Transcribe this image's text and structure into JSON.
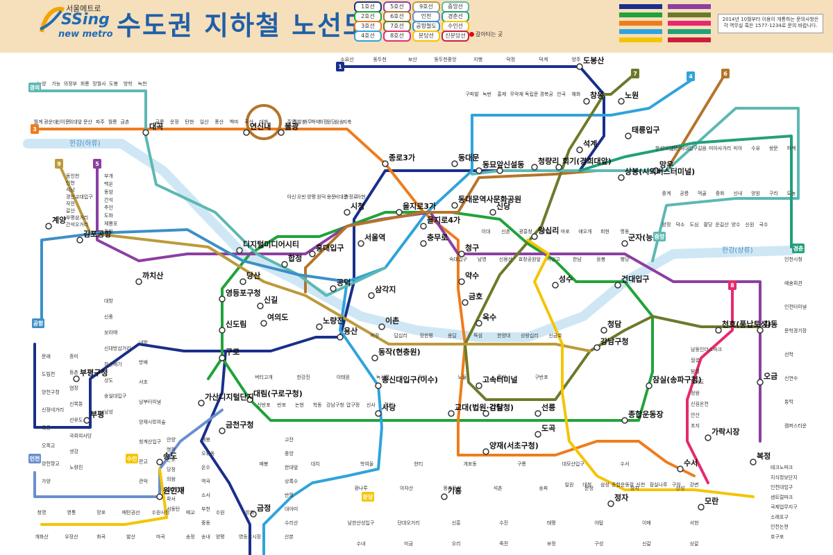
{
  "header": {
    "logo_top": "서울메트로",
    "logo_main": "SSing",
    "logo_sub": "new metro",
    "title": "수도권 지하철 노선도",
    "notice": "2014년 10월부터 이용이 개통하는 문의사항은 각 역무실 혹은 1577-1234로 문의 바랍니다.",
    "transfer_legend": "갈아타는 곳"
  },
  "legend_lines": [
    {
      "label": "1호선",
      "color": "#1a2f8a"
    },
    {
      "label": "2호선",
      "color": "#1fa33a"
    },
    {
      "label": "3호선",
      "color": "#ef7c1c"
    },
    {
      "label": "4호선",
      "color": "#2fa3db"
    },
    {
      "label": "5호선",
      "color": "#8c3fa0"
    },
    {
      "label": "6호선",
      "color": "#b5742a"
    },
    {
      "label": "7호선",
      "color": "#6b7a2a"
    },
    {
      "label": "8호선",
      "color": "#e6296f"
    },
    {
      "label": "9호선",
      "color": "#bc9a3a"
    },
    {
      "label": "인천",
      "color": "#6a8fd0"
    },
    {
      "label": "공항철도",
      "color": "#3c8fc7"
    },
    {
      "label": "분당선",
      "color": "#f5c400"
    },
    {
      "label": "중앙선",
      "color": "#5cb8b2"
    },
    {
      "label": "경춘선",
      "color": "#22a07a"
    },
    {
      "label": "수인선",
      "color": "#f5c400"
    },
    {
      "label": "신분당선",
      "color": "#c91f38"
    }
  ],
  "lines": {
    "l1": {
      "badge": "1",
      "color": "#1a2f8a"
    },
    "l2": {
      "color": "#1fa33a"
    },
    "l3": {
      "badge": "3",
      "color": "#ef7c1c"
    },
    "l4": {
      "badge": "4",
      "color": "#2fa3db"
    },
    "l5": {
      "badge": "5",
      "color": "#8c3fa0"
    },
    "l6": {
      "badge": "6",
      "color": "#b5742a"
    },
    "l7": {
      "badge": "7",
      "color": "#6b7a2a"
    },
    "l8": {
      "badge": "8",
      "color": "#e6296f"
    },
    "l9": {
      "badge": "9",
      "color": "#bc9a3a"
    },
    "gyeongui": {
      "badge": "경의",
      "color": "#5cb8b2"
    },
    "airport": {
      "badge": "공항",
      "color": "#3c8fc7"
    },
    "incheon": {
      "badge": "인천",
      "color": "#6a8fd0"
    },
    "suin": {
      "badge": "수인",
      "color": "#f5c400"
    },
    "bundang": {
      "badge": "분당",
      "color": "#f5c400"
    },
    "jungang": {
      "badge": "중앙",
      "color": "#5cb8b2"
    },
    "gyeongchun": {
      "badge": "경춘",
      "color": "#22a07a"
    }
  },
  "river": {
    "west": "한강(하류)",
    "east": "한강(상류)"
  },
  "major_stations": [
    "도봉산",
    "창동",
    "노원",
    "석계",
    "태릉입구",
    "망우",
    "상봉(시외버스터미널)",
    "회기(경희대앞)",
    "청량리",
    "신설동",
    "동묘앞",
    "동대문",
    "종로3가",
    "동대문역사문화공원",
    "을지로4가",
    "을지로3가",
    "시청",
    "서울역",
    "충무로",
    "신당",
    "왕십리",
    "군자(능동)",
    "건대입구",
    "성수",
    "약수",
    "청구",
    "옥수",
    "금호",
    "삼각지",
    "이촌",
    "용산",
    "공덕",
    "홍대입구",
    "합정",
    "당산",
    "영등포구청",
    "신길",
    "여의도",
    "대림(구로구청)",
    "신도림",
    "구로",
    "가산디지털단지",
    "금천구청",
    "사당",
    "총신대입구(이수)",
    "동작(현충원)",
    "고속터미널",
    "교대(법원·검찰청)",
    "강남",
    "선릉",
    "도곡",
    "양재(서초구청)",
    "정자",
    "모란",
    "수서",
    "가락시장",
    "잠실(송파구청)",
    "천호(풍납토성)",
    "강동",
    "오금",
    "복정",
    "기흥",
    "금정",
    "부평구청",
    "까치산",
    "김포공항",
    "계양",
    "디지털미디어시티",
    "불광",
    "연신내",
    "대곡",
    "원인재",
    "송도",
    "부평",
    "청담",
    "강남구청",
    "종합운동장",
    "노량진"
  ],
  "stations_small": [
    "소요산",
    "동두천",
    "보산",
    "동두천중앙",
    "지행",
    "덕정",
    "덕계",
    "양주",
    "녹양",
    "가능",
    "의정부",
    "회룡",
    "망월사",
    "도봉",
    "방학",
    "녹천",
    "월계",
    "광운대",
    "신이문",
    "외대앞",
    "문산",
    "파주",
    "월롱",
    "금촌",
    "금릉",
    "운정",
    "탄현",
    "일산",
    "풍산",
    "백마",
    "곡산",
    "대화",
    "주엽",
    "정발산",
    "마두",
    "백석",
    "화정",
    "원당",
    "삼송",
    "지축",
    "구파발",
    "녹번",
    "홍제",
    "무악재",
    "독립문",
    "경복궁",
    "안국",
    "혜화",
    "한성대입구",
    "성신여대입구",
    "길음",
    "미아사거리",
    "미아",
    "수유",
    "쌍문",
    "하계",
    "중계",
    "공릉",
    "먹골",
    "중화",
    "신내",
    "양원",
    "구리",
    "도농",
    "양정",
    "덕소",
    "도심",
    "팔당",
    "운길산",
    "양수",
    "신원",
    "국수",
    "아신",
    "오빈",
    "양평",
    "원덕",
    "용문",
    "서대문",
    "충정로",
    "아현",
    "이대",
    "신촌",
    "광흥창",
    "상수",
    "마포",
    "애오개",
    "회현",
    "명동",
    "숙대입구",
    "남영",
    "신용산",
    "효창공원앞",
    "서빙고",
    "한남",
    "응봉",
    "행당",
    "마장",
    "답십리",
    "장한평",
    "용답",
    "뚝섬",
    "한양대",
    "상왕십리",
    "신금호",
    "버티고개",
    "한강진",
    "이태원",
    "녹사평",
    "용산",
    "노들",
    "흑석",
    "구반포",
    "신반포",
    "반포",
    "논현",
    "학동",
    "강남구청",
    "압구정",
    "신사",
    "잠원",
    "매봉",
    "대치",
    "학여울",
    "한티",
    "개포동",
    "구룡",
    "대모산입구",
    "수서",
    "일원",
    "대청",
    "삼성",
    "종합운동장",
    "신천",
    "잠실나루",
    "구의",
    "강변",
    "광나루",
    "아차산",
    "몽촌토성",
    "석촌",
    "송파",
    "문정",
    "장지",
    "산성",
    "남한산성입구",
    "단대오거리",
    "신흥",
    "수진",
    "태평",
    "야탑",
    "이매",
    "서현",
    "수내",
    "미금",
    "오리",
    "죽전",
    "보정",
    "구성",
    "신갈",
    "상갈",
    "청명",
    "영통",
    "망포",
    "매탄권선",
    "수원시청",
    "매교",
    "수원",
    "방화",
    "개화산",
    "우장산",
    "화곡",
    "발산",
    "마곡",
    "송정",
    "양평",
    "영등포시장",
    "문래",
    "도림천",
    "양천구청",
    "신정네거리",
    "목동",
    "오목교",
    "양천향교",
    "가양",
    "증미",
    "등촌",
    "염창",
    "신목동",
    "선유도",
    "국회의사당",
    "샛강",
    "노량진",
    "대방",
    "신풍",
    "보라매",
    "신대방삼거리",
    "장승배기",
    "상도",
    "숭실대입구",
    "남성",
    "내방",
    "방배",
    "서초",
    "남부터미널",
    "양재시민의숲",
    "청계산입구",
    "판교",
    "관악",
    "안양",
    "명학",
    "군포",
    "당정",
    "의왕",
    "성균관대",
    "화서",
    "서동탄",
    "개봉",
    "오류동",
    "온수",
    "역곡",
    "소사",
    "부천",
    "중동",
    "송내",
    "부개",
    "백운",
    "동암",
    "간석",
    "주안",
    "도화",
    "제물포",
    "도원",
    "동인천",
    "인천",
    "석남",
    "경인교대입구",
    "작전",
    "갈산",
    "부평삼거리",
    "간석오거리",
    "인천시청",
    "예술회관",
    "인천터미널",
    "문학경기장",
    "선학",
    "신연수",
    "동막",
    "캠퍼스타운",
    "테크노파크",
    "지식정보단지",
    "인천대입구",
    "센트럴파크",
    "국제업무지구",
    "소래포구",
    "인천논현",
    "호구포",
    "남동인더스파크",
    "월곶",
    "달월",
    "오이도",
    "정왕",
    "신길온천",
    "안산",
    "초지",
    "고잔",
    "중앙",
    "한대앞",
    "상록수",
    "반월",
    "대야미",
    "수리산",
    "산본"
  ]
}
